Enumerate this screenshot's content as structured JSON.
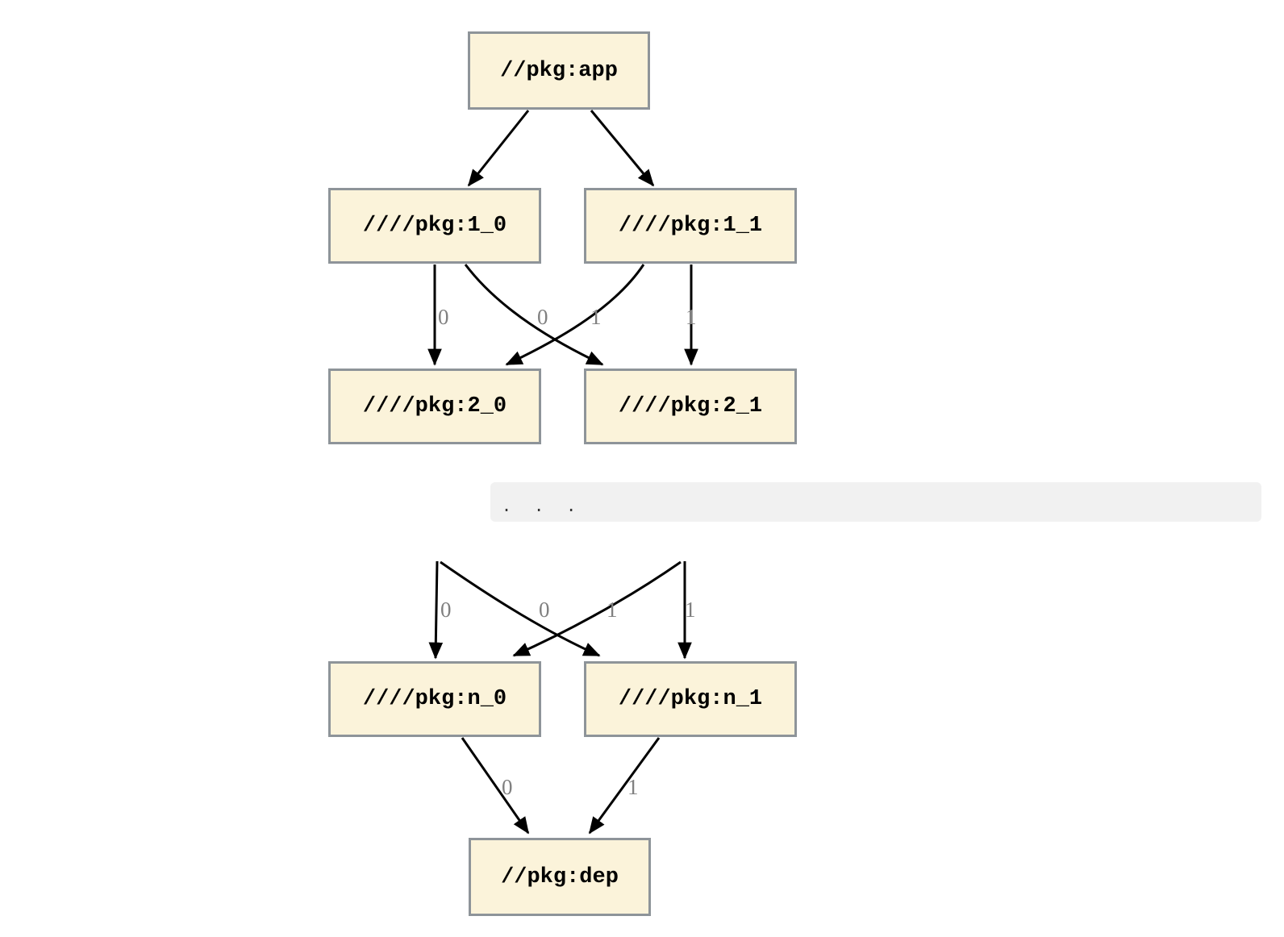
{
  "diagram": {
    "title": "",
    "nodes": [
      {
        "id": "app",
        "label": "//pkg:app"
      },
      {
        "id": "1_0",
        "label": "////pkg:1_0"
      },
      {
        "id": "1_1",
        "label": "////pkg:1_1"
      },
      {
        "id": "2_0",
        "label": "////pkg:2_0"
      },
      {
        "id": "2_1",
        "label": "////pkg:2_1"
      },
      {
        "id": "n_0",
        "label": "////pkg:n_0"
      },
      {
        "id": "n_1",
        "label": "////pkg:n_1"
      },
      {
        "id": "dep",
        "label": "//pkg:dep"
      }
    ],
    "edges": [
      {
        "from": "//pkg:app",
        "to": "////pkg:1_0",
        "label": ""
      },
      {
        "from": "//pkg:app",
        "to": "////pkg:1_1",
        "label": ""
      },
      {
        "from": "////pkg:1_0",
        "to": "////pkg:2_0",
        "label": "0"
      },
      {
        "from": "////pkg:1_0",
        "to": "////pkg:2_1",
        "label": "0"
      },
      {
        "from": "////pkg:1_1",
        "to": "////pkg:2_0",
        "label": "1"
      },
      {
        "from": "////pkg:1_1",
        "to": "////pkg:2_1",
        "label": "1"
      },
      {
        "from": "",
        "to": "////pkg:n_0",
        "label": "0"
      },
      {
        "from": "",
        "to": "////pkg:n_1",
        "label": "0"
      },
      {
        "from": "",
        "to": "////pkg:n_0",
        "label": "1"
      },
      {
        "from": "",
        "to": "////pkg:n_1",
        "label": "1"
      },
      {
        "from": "////pkg:n_0",
        "to": "//pkg:dep",
        "label": "0"
      },
      {
        "from": "////pkg:n_1",
        "to": "//pkg:dep",
        "label": "1"
      }
    ],
    "ellipsis": ". . .",
    "colors": {
      "node_fill": "#FBF3DA",
      "node_border": "#8E9499",
      "edge": "#000000",
      "edge_label": "#808080",
      "band_bg": "#F1F1F1",
      "band_text": "#333333",
      "background": "#FFFFFF"
    }
  }
}
